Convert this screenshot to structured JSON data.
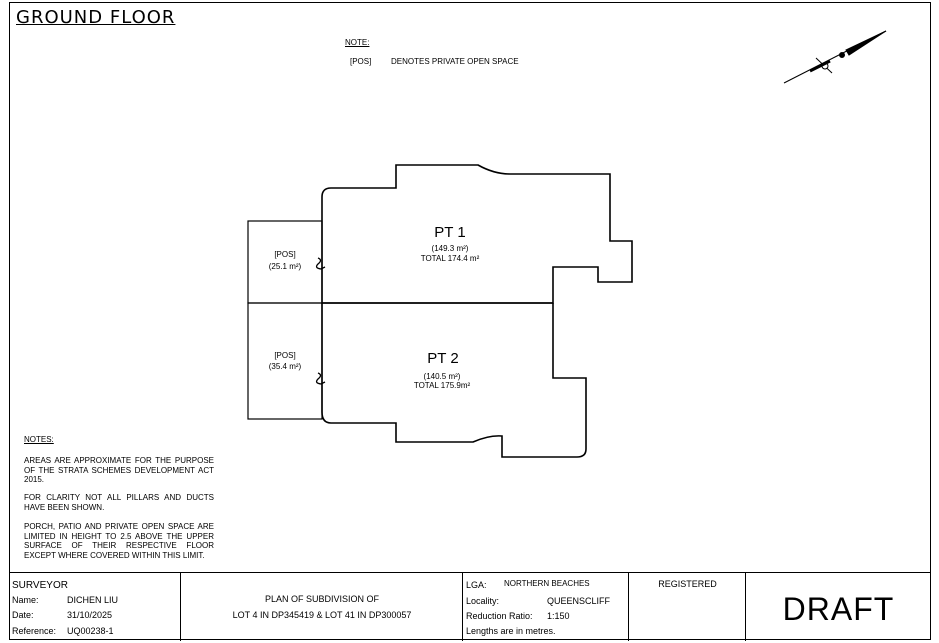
{
  "sheet_title": "GROUND FLOOR",
  "legend": {
    "heading": "NOTE:",
    "code": "[POS]",
    "description": "DENOTES PRIVATE OPEN SPACE"
  },
  "lots": {
    "pt1": {
      "label": "PT 1",
      "area": "(149.3 m²)",
      "total": "TOTAL  174.4 m²"
    },
    "pt2": {
      "label": "PT 2",
      "area": "(140.5 m²)",
      "total": "TOTAL  175.9m²"
    },
    "pos1": {
      "label": "[POS]",
      "area": "(25.1 m²)"
    },
    "pos2": {
      "label": "[POS]",
      "area": "(35.4 m²)"
    }
  },
  "notes": {
    "heading": "NOTES:",
    "items": [
      "AREAS ARE APPROXIMATE FOR THE PURPOSE OF THE STRATA SCHEMES DEVELOPMENT ACT 2015.",
      "FOR CLARITY NOT ALL PILLARS AND DUCTS HAVE BEEN SHOWN.",
      "PORCH, PATIO AND PRIVATE OPEN SPACE ARE LIMITED IN HEIGHT TO 2.5 ABOVE THE UPPER SURFACE OF THEIR RESPECTIVE FLOOR EXCEPT WHERE COVERED WITHIN THIS LIMIT."
    ]
  },
  "title_block": {
    "surveyor_heading": "SURVEYOR",
    "name_label": "Name:",
    "name_value": "DICHEN LIU",
    "date_label": "Date:",
    "date_value": "31/10/2025",
    "reference_label": "Reference:",
    "reference_value": "UQ00238-1",
    "plan_title": "PLAN OF SUBDIVISION OF",
    "plan_lots": "LOT 4 IN DP345419 & LOT 41 IN DP300057",
    "lga_label": "LGA:",
    "lga_value": "NORTHERN BEACHES",
    "locality_label": "Locality:",
    "locality_value": "QUEENSCLIFF",
    "ratio_label": "Reduction Ratio:",
    "ratio_value": "1:150",
    "units_note": "Lengths are in metres.",
    "registered": "REGISTERED",
    "draft": "DRAFT"
  }
}
